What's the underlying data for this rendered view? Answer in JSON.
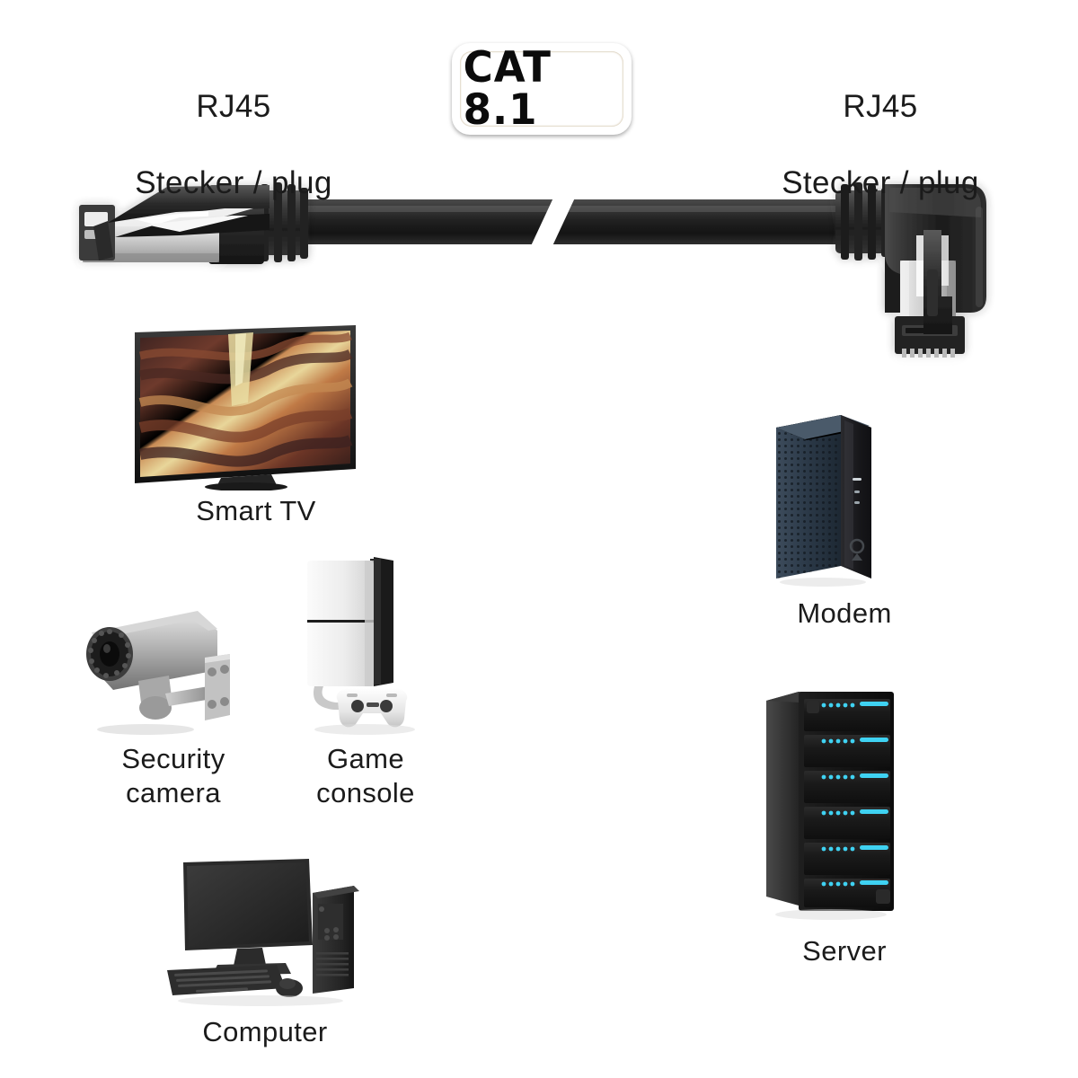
{
  "product": {
    "badge": {
      "name": "cat-rating-badge",
      "text": "CAT 8.1",
      "frame_color": "#2b2b2b",
      "plate_color": "#e0b93c"
    },
    "cable": {
      "name": "patch-cable",
      "jacket_color": "#262626",
      "break_marker": "diagonal-white-break",
      "left_connector": "straight-rj45-plug",
      "right_connector": "right-angle-rj45-plug"
    },
    "connector_labels": [
      {
        "name": "left-connector-label",
        "line1": "RJ45",
        "line2": "Stecker / plug"
      },
      {
        "name": "right-connector-label",
        "line1": "RJ45",
        "line2": "Stecker / plug"
      }
    ]
  },
  "devices": [
    {
      "name": "smart-tv",
      "label": "Smart TV",
      "icon": "television-icon"
    },
    {
      "name": "security-camera",
      "label": "Security\ncamera",
      "icon": "cctv-camera-icon"
    },
    {
      "name": "game-console",
      "label": "Game\nconsole",
      "icon": "game-console-icon"
    },
    {
      "name": "computer",
      "label": "Computer",
      "icon": "desktop-computer-icon"
    },
    {
      "name": "modem",
      "label": "Modem",
      "icon": "modem-icon"
    },
    {
      "name": "server",
      "label": "Server",
      "icon": "server-rack-icon"
    }
  ],
  "colors": {
    "background": "#ffffff",
    "text": "#1b1b1b",
    "cable_black": "#262626",
    "shield_silver": "#cfcfcf",
    "device_grey": "#9a9a9a",
    "server_led_cyan": "#3fd2f2",
    "modem_navy": "#2b3948",
    "gold": "#e0b93c"
  }
}
